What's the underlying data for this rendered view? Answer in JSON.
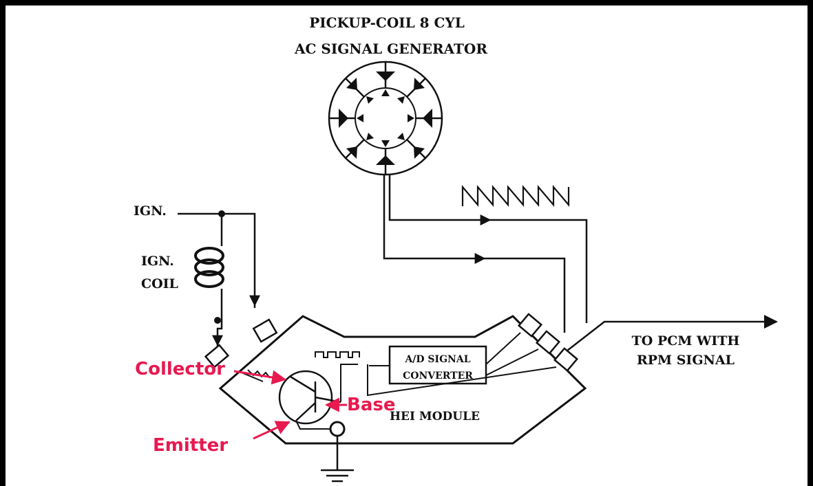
{
  "title_line1": "PICKUP-COIL 8 CYL",
  "title_line2": "AC SIGNAL GENERATOR",
  "ign_label": "IGN.",
  "ign_coil_line1": "IGN.",
  "ign_coil_line2": "COIL",
  "converter_line1": "A/D SIGNAL",
  "converter_line2": "CONVERTER",
  "module_label": "HEI MODULE",
  "output_line1": "TO PCM WITH",
  "output_line2": "RPM SIGNAL",
  "annotations": {
    "collector": "Collector",
    "base": "Base",
    "emitter": "Emitter"
  },
  "colors": {
    "annotation": "#e8194f",
    "line": "#111111",
    "frame": "#000000"
  }
}
